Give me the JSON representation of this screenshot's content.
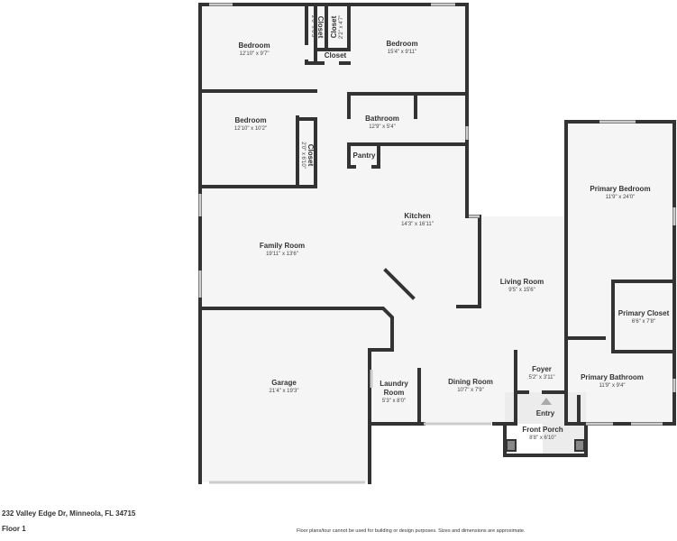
{
  "rooms": [
    {
      "name": "Bedroom",
      "dims": "12'10\" x 9'7\""
    },
    {
      "name": "Bedroom",
      "dims": "15'4\" x 9'11\""
    },
    {
      "name": "Bedroom",
      "dims": "12'10\" x 10'2\""
    },
    {
      "name": "Bathroom",
      "dims": "12'9\" x 5'4\""
    },
    {
      "name": "Kitchen",
      "dims": "14'3\" x 16'11\""
    },
    {
      "name": "Family Room",
      "dims": "19'11\" x 13'6\""
    },
    {
      "name": "Primary Bedroom",
      "dims": "11'9\" x 24'0\""
    },
    {
      "name": "Living Room",
      "dims": "9'5\" x 15'6\""
    },
    {
      "name": "Primary Closet",
      "dims": "6'6\" x 7'8\""
    },
    {
      "name": "Garage",
      "dims": "21'4\" x 19'3\""
    },
    {
      "name": "Laundry",
      "name2": "Room",
      "dims": "5'3\" x 8'0\""
    },
    {
      "name": "Dining Room",
      "dims": "10'7\" x 7'9\""
    },
    {
      "name": "Foyer",
      "dims": "5'2\" x 3'11\""
    },
    {
      "name": "Primary Bathroom",
      "dims": "11'9\" x 9'4\""
    },
    {
      "name": "Entry"
    },
    {
      "name": "Front Porch",
      "dims": "8'8\" x 6'10\""
    },
    {
      "name": "Closet",
      "dims": "2'0\" x 6'3\""
    },
    {
      "name": "Closet",
      "dims": "2'2\" x 4'7\""
    },
    {
      "name": "Closet"
    },
    {
      "name": "Closet",
      "dims": "2'0\" x 6'10\""
    },
    {
      "name": "Pantry"
    }
  ],
  "footer": {
    "address": "232 Valley Edge Dr, Minneola, FL 34715",
    "floor": "Floor 1",
    "disclaimer": "Floor plans/tour cannot be used for building or design purposes. Sizes and dimensions are approximate."
  }
}
